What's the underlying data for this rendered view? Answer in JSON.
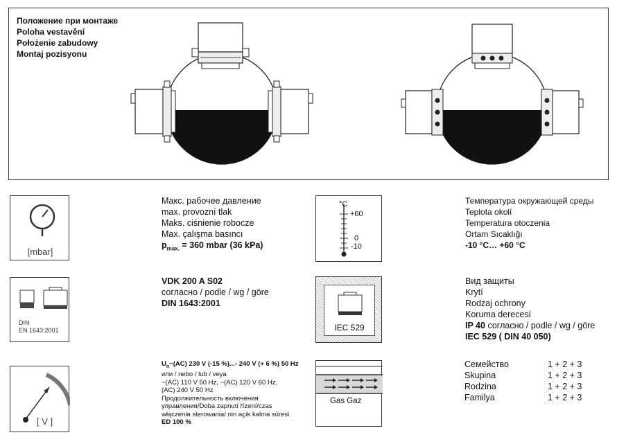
{
  "mounting": {
    "titles": [
      "Положение при монтаже",
      "Poloha vestavění",
      "Położenie zabudowy",
      "Montaj pozisyonu"
    ]
  },
  "pressure": {
    "unit_label": "[mbar]",
    "lines": [
      "Макс. рабочее давление",
      "max. provozní tlak",
      "Maks. ciśnienie robocze",
      "Max. çalışma basıncı"
    ],
    "pmax_symbol": "p",
    "pmax_sub": "max.",
    "pmax_value": " = 360 mbar (36 kPa)"
  },
  "temperature": {
    "icon_unit": "°C",
    "ticks": [
      "+60",
      "0",
      "-10"
    ],
    "lines": [
      "Температура окружающей среды",
      "Teplota okolí",
      "Temperatura otoczenia",
      "Ortam Sıcaklığı"
    ],
    "range": "-10 °C… +60 °C"
  },
  "standard": {
    "icon_line1": "DIN",
    "icon_line2": "EN 1643:2001",
    "model": "VDK 200 A S02",
    "according": "согласно / podle / wg / göre",
    "norm": "DIN 1643:2001"
  },
  "protection": {
    "icon_label": "IEC 529",
    "lines": [
      "Вид защиты",
      "Krytí",
      "Rodzaj ochrony",
      "Koruma derecesi"
    ],
    "ip_bold": "IP 40",
    "ip_rest": " согласно / podle  / wg / göre",
    "iec": "IEC 529 ( DIN 40 050)"
  },
  "voltage": {
    "icon_label": "[ V ]",
    "un_symbol": "U",
    "un_sub": "n",
    "un_line": "~(AC)  230 V (-15 %)...- 240 V (+ 6 %) 50 Hz",
    "lines": [
      "или / nebo / lub / veya",
      "~(AC) 110 V 50 Hz, ~(AC) 120 V 60 Hz,",
      "(AC) 240 V 50 Hz",
      "Продолжительность включения",
      "управления/Doba zapnutí řízení/czas",
      "włączenia sterowania/ nin açık kalma süresi"
    ],
    "duty": "ED 100 %"
  },
  "gas": {
    "icon_label": "Gas  Gaz",
    "family_rows": [
      {
        "label": "Семейство",
        "value": "1 + 2 + 3"
      },
      {
        "label": "Skupina",
        "value": "1 + 2 + 3"
      },
      {
        "label": "Rodzina",
        "value": "1 + 2 + 3"
      },
      {
        "label": "Familya",
        "value": "1 + 2 + 3"
      }
    ]
  }
}
